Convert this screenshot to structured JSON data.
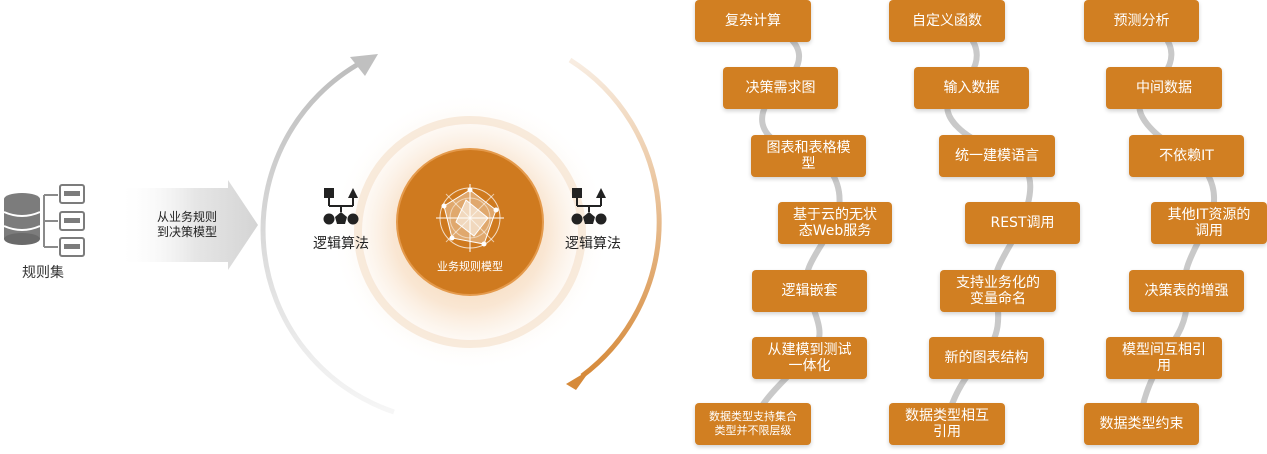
{
  "colors": {
    "accent": "#d17f22",
    "core": "#cf7a1f",
    "arc_gray": "#c8c8c8",
    "text_dark": "#222222"
  },
  "left": {
    "ruleset_icon": "database-grid-icon",
    "ruleset_label": "规则集",
    "arrow_text_line1": "从业务规则",
    "arrow_text_line2": "到决策模型"
  },
  "center": {
    "logic_left": "逻辑算法",
    "logic_right": "逻辑算法",
    "logic_icon": "shapes-hierarchy-icon",
    "core_icon": "radar-chart-icon",
    "core_label": "业务规则模型"
  },
  "columns": [
    {
      "items": [
        "复杂计算",
        "决策需求图",
        "图表和表格模\n型",
        "基于云的无状\n态Web服务",
        "逻辑嵌套",
        "从建模到测试\n一体化",
        "数据类型支持集合\n类型并不限层级"
      ]
    },
    {
      "items": [
        "自定义函数",
        "输入数据",
        "统一建模语言",
        "REST调用",
        "支持业务化的\n变量命名",
        "新的图表结构",
        "数据类型相互\n引用"
      ]
    },
    {
      "items": [
        "预测分析",
        "中间数据",
        "不依赖IT",
        "其他IT资源的\n调用",
        "决策表的增强",
        "模型间互相引\n用",
        "数据类型约束"
      ]
    }
  ]
}
